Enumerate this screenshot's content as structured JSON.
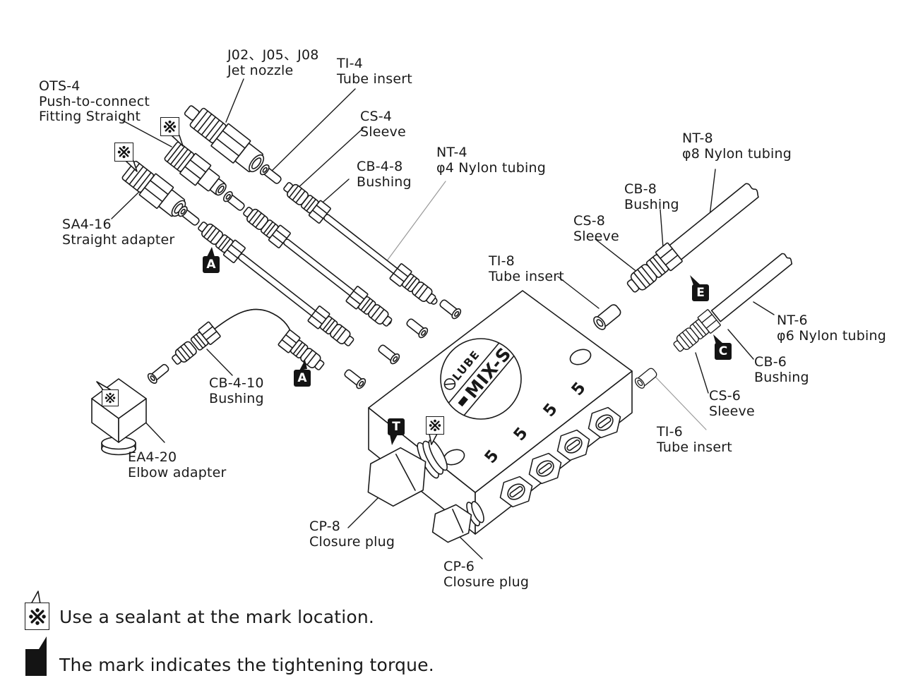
{
  "manifold": {
    "brand": "LUBE",
    "model": "MIX-S",
    "port_marking": "5"
  },
  "marks": {
    "sealant_symbol": "※",
    "A": "A",
    "T": "T",
    "E": "E",
    "C": "C"
  },
  "legend": {
    "sealant_symbol": "※",
    "sealant_text": "Use a sealant at the mark location.",
    "torque_text": "The mark indicates the tightening torque."
  },
  "parts": {
    "jet_nozzle": {
      "code": "J02、J05、J08",
      "name": "Jet nozzle"
    },
    "ots4": {
      "code": "OTS-4",
      "name": "Push-to-connect Fitting Straight"
    },
    "ti4": {
      "code": "TI-4",
      "name": "Tube insert"
    },
    "cs4": {
      "code": "CS-4",
      "name": "Sleeve"
    },
    "cb48": {
      "code": "CB-4-8",
      "name": "Bushing"
    },
    "nt4": {
      "code": "NT-4",
      "name": "φ4 Nylon tubing"
    },
    "sa416": {
      "code": "SA4-16",
      "name": "Straight adapter"
    },
    "cb410": {
      "code": "CB-4-10",
      "name": "Bushing"
    },
    "ea420": {
      "code": "EA4-20",
      "name": "Elbow adapter"
    },
    "cp8": {
      "code": "CP-8",
      "name": "Closure plug"
    },
    "cp6": {
      "code": "CP-6",
      "name": "Closure plug"
    },
    "ti8": {
      "code": "TI-8",
      "name": "Tube insert"
    },
    "cs8": {
      "code": "CS-8",
      "name": "Sleeve"
    },
    "cb8": {
      "code": "CB-8",
      "name": "Bushing"
    },
    "nt8": {
      "code": "NT-8",
      "name": "φ8 Nylon tubing"
    },
    "nt6": {
      "code": "NT-6",
      "name": "φ6 Nylon tubing"
    },
    "cb6": {
      "code": "CB-6",
      "name": "Bushing"
    },
    "cs6": {
      "code": "CS-6",
      "name": "Sleeve"
    },
    "ti6": {
      "code": "TI-6",
      "name": "Tube insert"
    }
  }
}
